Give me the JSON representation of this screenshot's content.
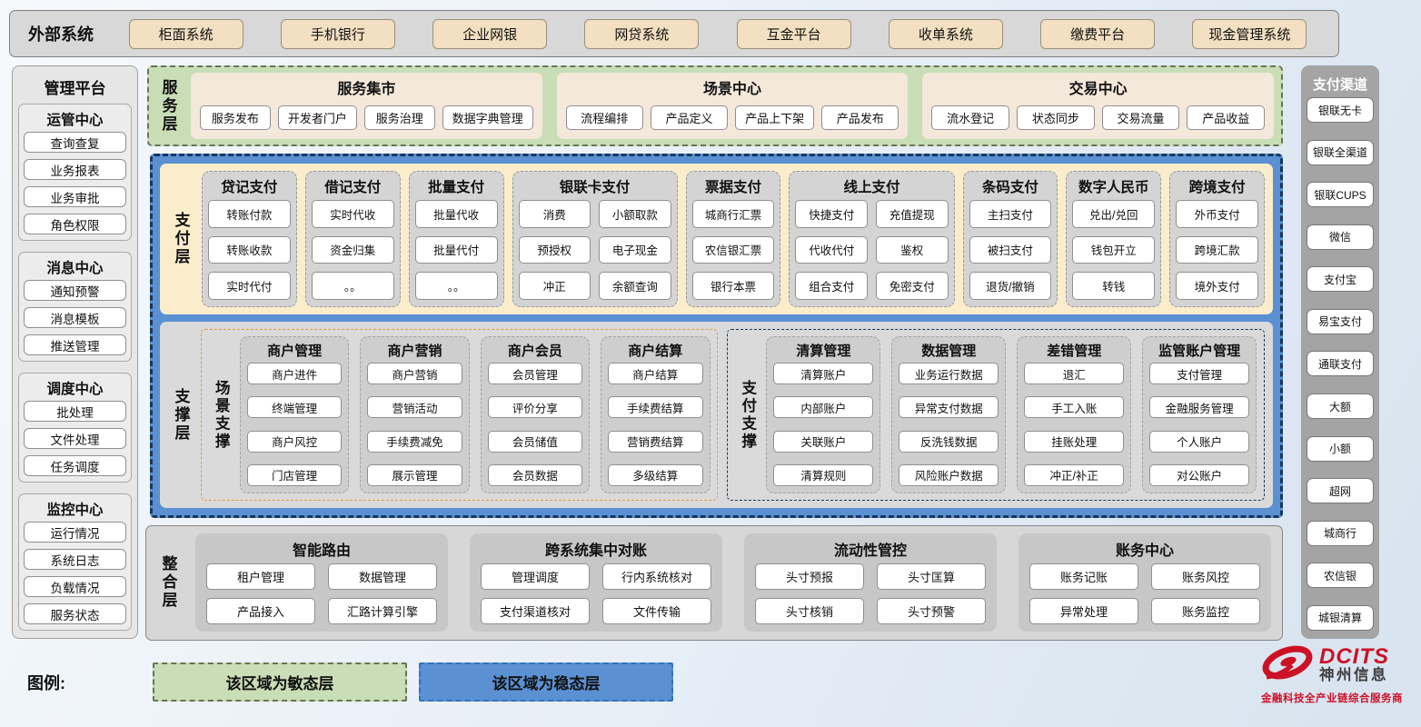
{
  "external_systems": {
    "title": "外部系统",
    "items": [
      "柜面系统",
      "手机银行",
      "企业网银",
      "网贷系统",
      "互金平台",
      "收单系统",
      "缴费平台",
      "现金管理系统"
    ]
  },
  "management_platform": {
    "title": "管理平台",
    "groups": [
      {
        "title": "运管中心",
        "items": [
          "查询查复",
          "业务报表",
          "业务审批",
          "角色权限"
        ]
      },
      {
        "title": "消息中心",
        "items": [
          "通知预警",
          "消息模板",
          "推送管理"
        ]
      },
      {
        "title": "调度中心",
        "items": [
          "批处理",
          "文件处理",
          "任务调度"
        ]
      },
      {
        "title": "监控中心",
        "items": [
          "运行情况",
          "系统日志",
          "负载情况",
          "服务状态"
        ]
      }
    ]
  },
  "service_layer": {
    "label": "服务层",
    "groups": [
      {
        "title": "服务集市",
        "items": [
          "服务发布",
          "开发者门户",
          "服务治理",
          "数据字典管理"
        ]
      },
      {
        "title": "场景中心",
        "items": [
          "流程编排",
          "产品定义",
          "产品上下架",
          "产品发布"
        ]
      },
      {
        "title": "交易中心",
        "items": [
          "流水登记",
          "状态同步",
          "交易流量",
          "产品收益"
        ]
      }
    ]
  },
  "payment_layer": {
    "label": "支付层",
    "columns": [
      {
        "title": "贷记支付",
        "cols": "1",
        "items": [
          "转账付款",
          "转账收款",
          "实时代付"
        ]
      },
      {
        "title": "借记支付",
        "cols": "1",
        "items": [
          "实时代收",
          "资金归集",
          "。。"
        ]
      },
      {
        "title": "批量支付",
        "cols": "1",
        "items": [
          "批量代收",
          "批量代付",
          "。。"
        ]
      },
      {
        "title": "银联卡支付",
        "cols": "2",
        "items": [
          "消费",
          "小额取款",
          "预授权",
          "电子现金",
          "冲正",
          "余额查询"
        ]
      },
      {
        "title": "票据支付",
        "cols": "1",
        "items": [
          "城商行汇票",
          "农信银汇票",
          "银行本票"
        ]
      },
      {
        "title": "线上支付",
        "cols": "2",
        "items": [
          "快捷支付",
          "充值提现",
          "代收代付",
          "鉴权",
          "组合支付",
          "免密支付"
        ]
      },
      {
        "title": "条码支付",
        "cols": "1",
        "items": [
          "主扫支付",
          "被扫支付",
          "退货/撤销"
        ]
      },
      {
        "title": "数字人民币",
        "cols": "1",
        "items": [
          "兑出/兑回",
          "钱包开立",
          "转钱"
        ]
      },
      {
        "title": "跨境支付",
        "cols": "1",
        "items": [
          "外币支付",
          "跨境汇款",
          "境外支付"
        ]
      }
    ]
  },
  "support_layer": {
    "label": "支撑层",
    "sections": [
      {
        "label": "场景支撑",
        "variant": "orange",
        "groups": [
          {
            "title": "商户管理",
            "items": [
              "商户进件",
              "终端管理",
              "商户风控",
              "门店管理"
            ]
          },
          {
            "title": "商户营销",
            "items": [
              "商户营销",
              "营销活动",
              "手续费减免",
              "展示管理"
            ]
          },
          {
            "title": "商户会员",
            "items": [
              "会员管理",
              "评价分享",
              "会员储值",
              "会员数据"
            ]
          },
          {
            "title": "商户结算",
            "items": [
              "商户结算",
              "手续费结算",
              "营销费结算",
              "多级结算"
            ]
          }
        ]
      },
      {
        "label": "支付支撑",
        "variant": "navy",
        "groups": [
          {
            "title": "清算管理",
            "items": [
              "清算账户",
              "内部账户",
              "关联账户",
              "清算规则"
            ]
          },
          {
            "title": "数据管理",
            "items": [
              "业务运行数据",
              "异常支付数据",
              "反洗钱数据",
              "风险账户数据"
            ]
          },
          {
            "title": "差错管理",
            "items": [
              "退汇",
              "手工入账",
              "挂账处理",
              "冲正/补正"
            ]
          },
          {
            "title": "监管账户管理",
            "items": [
              "支付管理",
              "金融服务管理",
              "个人账户",
              "对公账户"
            ]
          }
        ]
      }
    ]
  },
  "integration_layer": {
    "label": "整合层",
    "groups": [
      {
        "title": "智能路由",
        "items": [
          "租户管理",
          "数据管理",
          "产品接入",
          "汇路计算引擎"
        ]
      },
      {
        "title": "跨系统集中对账",
        "items": [
          "管理调度",
          "行内系统核对",
          "支付渠道核对",
          "文件传输"
        ]
      },
      {
        "title": "流动性管控",
        "items": [
          "头寸预报",
          "头寸匡算",
          "头寸核销",
          "头寸预警"
        ]
      },
      {
        "title": "账务中心",
        "items": [
          "账务记账",
          "账务风控",
          "异常处理",
          "账务监控"
        ]
      }
    ]
  },
  "payment_channels": {
    "title": "支付渠道",
    "items": [
      "银联无卡",
      "银联全渠道",
      "银联CUPS",
      "微信",
      "支付宝",
      "易宝支付",
      "通联支付",
      "大额",
      "小额",
      "超网",
      "城商行",
      "农信银",
      "城银清算"
    ]
  },
  "legend": {
    "label": "图例:",
    "items": [
      {
        "text": "该区域为敏态层",
        "variant": "green",
        "color": "#C9DDB6"
      },
      {
        "text": "该区域为稳态层",
        "variant": "blue",
        "color": "#5B90D2"
      }
    ]
  },
  "branding": {
    "name": "DCITS",
    "company": "神州信息",
    "tagline": "金融科技全产业链综合服务商",
    "brand_color": "#CC1126"
  }
}
